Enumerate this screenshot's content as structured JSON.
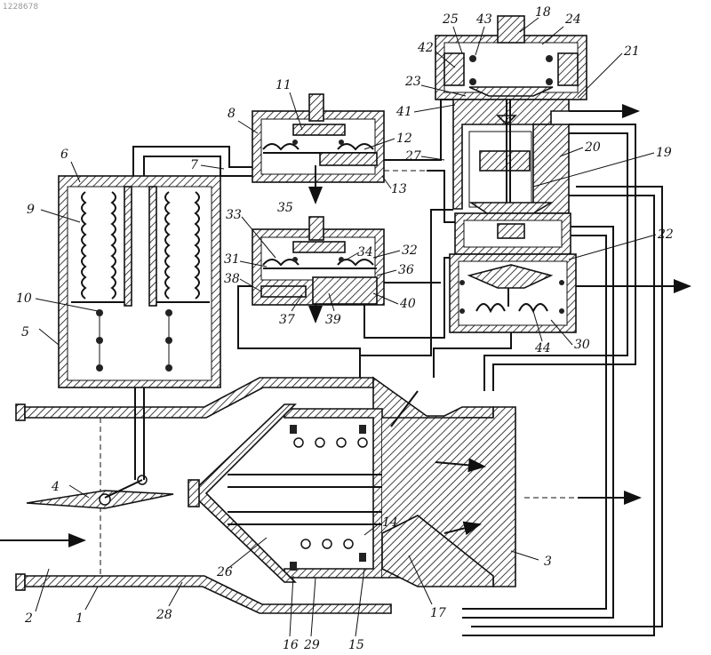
{
  "watermark": "1228678",
  "part_labels": {
    "l1": "1",
    "l2": "2",
    "l3": "3",
    "l4": "4",
    "l5": "5",
    "l6": "6",
    "l7": "7",
    "l8": "8",
    "l9": "9",
    "l10": "10",
    "l11": "11",
    "l12": "12",
    "l13": "13",
    "l14": "14",
    "l15": "15",
    "l16": "16",
    "l17": "17",
    "l18": "18",
    "l19": "19",
    "l20": "20",
    "l21": "21",
    "l22": "22",
    "l23": "23",
    "l24": "24",
    "l25": "25",
    "l26": "26",
    "l27": "27",
    "l28": "28",
    "l29": "29",
    "l30": "30",
    "l31": "31",
    "l32": "32",
    "l33": "33",
    "l34": "34",
    "l35": "35",
    "l36": "36",
    "l37": "37",
    "l38": "38",
    "l39": "39",
    "l40": "40",
    "l41": "41",
    "l42": "42",
    "l43": "43",
    "l44": "44"
  },
  "colors": {
    "ink": "#111111",
    "paper": "#ffffff"
  }
}
